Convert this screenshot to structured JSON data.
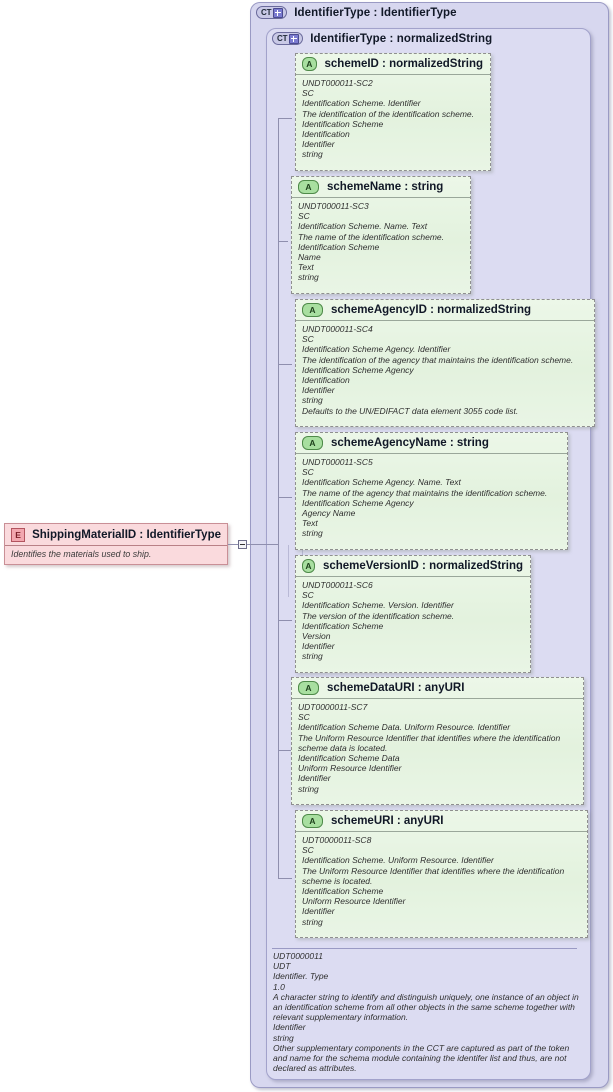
{
  "diagram": {
    "kind": "xsd-schema-diagram",
    "element": {
      "icon": "element-icon",
      "icon_label": "E",
      "title": "ShippingMaterialID : IdentifierType",
      "documentation": "Identifies the materials used to ship."
    },
    "expander": {
      "icon": "minus-expander-icon",
      "state": "expanded"
    },
    "outer_type": {
      "icon": "complextype-expand-icon",
      "icon_label": "CT",
      "title": "IdentifierType : IdentifierType"
    },
    "inner_type": {
      "icon": "complextype-expand-icon",
      "icon_label": "CT",
      "title": "IdentifierType : normalizedString"
    },
    "attributes": [
      {
        "icon": "attribute-icon",
        "icon_label": "A",
        "title": "schemeID : normalizedString",
        "lines": [
          "UNDT000011-SC2",
          "SC",
          "Identification Scheme. Identifier",
          "The identification of the identification scheme.",
          "Identification Scheme",
          "Identification",
          "Identifier",
          "string"
        ]
      },
      {
        "icon": "attribute-icon",
        "icon_label": "A",
        "title": "schemeName : string",
        "lines": [
          "UNDT000011-SC3",
          "SC",
          "Identification Scheme. Name. Text",
          "The name of the identification scheme.",
          "Identification Scheme",
          "Name",
          "Text",
          "string"
        ]
      },
      {
        "icon": "attribute-icon",
        "icon_label": "A",
        "title": "schemeAgencyID : normalizedString",
        "lines": [
          "UNDT000011-SC4",
          "SC",
          "Identification Scheme Agency. Identifier",
          "The identification of the agency that maintains the identification scheme.",
          "Identification Scheme Agency",
          "Identification",
          "Identifier",
          "string",
          "Defaults to the UN/EDIFACT data element 3055 code list."
        ]
      },
      {
        "icon": "attribute-icon",
        "icon_label": "A",
        "title": "schemeAgencyName : string",
        "lines": [
          "UNDT000011-SC5",
          "SC",
          "Identification Scheme Agency. Name. Text",
          "The name of the agency that maintains the identification scheme.",
          "Identification Scheme Agency",
          "Agency Name",
          "Text",
          "string"
        ]
      },
      {
        "icon": "attribute-icon",
        "icon_label": "A",
        "title": "schemeVersionID : normalizedString",
        "lines": [
          "UNDT000011-SC6",
          "SC",
          "Identification Scheme. Version. Identifier",
          "The version of the identification scheme.",
          "Identification Scheme",
          "Version",
          "Identifier",
          "string"
        ]
      },
      {
        "icon": "attribute-icon",
        "icon_label": "A",
        "title": "schemeDataURI : anyURI",
        "lines": [
          "UDT0000011-SC7",
          "SC",
          "Identification Scheme Data. Uniform Resource. Identifier",
          "The Uniform Resource Identifier that identifies where the identification scheme data is located.",
          "Identification Scheme Data",
          "Uniform Resource Identifier",
          "Identifier",
          "string"
        ]
      },
      {
        "icon": "attribute-icon",
        "icon_label": "A",
        "title": "schemeURI : anyURI",
        "lines": [
          "UDT0000011-SC8",
          "SC",
          "Identification Scheme. Uniform Resource. Identifier",
          "The Uniform Resource Identifier that identifies where the identification scheme is located.",
          "Identification Scheme",
          "Uniform Resource Identifier",
          "Identifier",
          "string"
        ]
      }
    ],
    "type_annotation": {
      "lines": [
        "UDT0000011",
        "UDT",
        "Identifier. Type",
        "1.0",
        "A character string to identify and distinguish uniquely, one instance of an object in an identification scheme from all other objects in the same scheme together with relevant supplementary information.",
        "Identifier",
        "string",
        "Other supplementary components in the CCT are captured as part of the token and name for the schema module containing the identifer list and thus, are not declared as attributes."
      ]
    },
    "colors": {
      "element_fill": "#fadadd",
      "attribute_fill": "#e6f3e2",
      "container_fill": "#d7d7ef",
      "connector": "#8f8fae"
    }
  }
}
